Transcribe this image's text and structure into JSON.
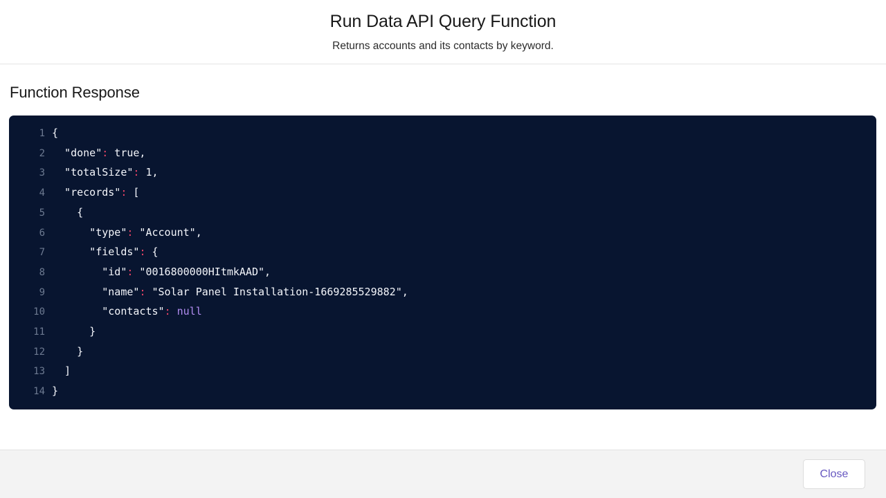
{
  "header": {
    "title": "Run Data API Query Function",
    "subtitle": "Returns accounts and its contacts by keyword."
  },
  "body": {
    "section_title": "Function Response"
  },
  "footer": {
    "close_label": "Close"
  },
  "colors": {
    "code_background": "#081530",
    "code_text": "#f4f6fb",
    "line_number": "#6d7a91",
    "punctuation": "#f14668",
    "null_literal": "#b08bf0",
    "accent": "#6657c0",
    "footer_background": "#f3f3f3"
  },
  "code": {
    "language": "json",
    "line_count": 14,
    "lines": [
      {
        "n": "1",
        "tokens": [
          {
            "t": "{",
            "c": "plain"
          }
        ]
      },
      {
        "n": "2",
        "tokens": [
          {
            "t": "  \"done\"",
            "c": "plain"
          },
          {
            "t": ":",
            "c": "punc"
          },
          {
            "t": " true,",
            "c": "plain"
          }
        ]
      },
      {
        "n": "3",
        "tokens": [
          {
            "t": "  \"totalSize\"",
            "c": "plain"
          },
          {
            "t": ":",
            "c": "punc"
          },
          {
            "t": " 1,",
            "c": "plain"
          }
        ]
      },
      {
        "n": "4",
        "tokens": [
          {
            "t": "  \"records\"",
            "c": "plain"
          },
          {
            "t": ":",
            "c": "punc"
          },
          {
            "t": " [",
            "c": "plain"
          }
        ]
      },
      {
        "n": "5",
        "tokens": [
          {
            "t": "    {",
            "c": "plain"
          }
        ]
      },
      {
        "n": "6",
        "tokens": [
          {
            "t": "      \"type\"",
            "c": "plain"
          },
          {
            "t": ":",
            "c": "punc"
          },
          {
            "t": " \"Account\",",
            "c": "plain"
          }
        ]
      },
      {
        "n": "7",
        "tokens": [
          {
            "t": "      \"fields\"",
            "c": "plain"
          },
          {
            "t": ":",
            "c": "punc"
          },
          {
            "t": " {",
            "c": "plain"
          }
        ]
      },
      {
        "n": "8",
        "tokens": [
          {
            "t": "        \"id\"",
            "c": "plain"
          },
          {
            "t": ":",
            "c": "punc"
          },
          {
            "t": " \"0016800000HItmkAAD\",",
            "c": "plain"
          }
        ]
      },
      {
        "n": "9",
        "tokens": [
          {
            "t": "        \"name\"",
            "c": "plain"
          },
          {
            "t": ":",
            "c": "punc"
          },
          {
            "t": " \"Solar Panel Installation-1669285529882\",",
            "c": "plain"
          }
        ]
      },
      {
        "n": "10",
        "tokens": [
          {
            "t": "        \"contacts\"",
            "c": "plain"
          },
          {
            "t": ":",
            "c": "punc"
          },
          {
            "t": " ",
            "c": "plain"
          },
          {
            "t": "null",
            "c": "null"
          }
        ]
      },
      {
        "n": "11",
        "tokens": [
          {
            "t": "      }",
            "c": "plain"
          }
        ]
      },
      {
        "n": "12",
        "tokens": [
          {
            "t": "    }",
            "c": "plain"
          }
        ]
      },
      {
        "n": "13",
        "tokens": [
          {
            "t": "  ]",
            "c": "plain"
          }
        ]
      },
      {
        "n": "14",
        "tokens": [
          {
            "t": "}",
            "c": "plain"
          }
        ]
      }
    ],
    "values": {
      "done": "true",
      "totalSize": "1",
      "records": [
        {
          "type": "Account",
          "fields": {
            "id": "0016800000HItmkAAD",
            "name": "Solar Panel Installation-1669285529882",
            "contacts": "null"
          }
        }
      ]
    }
  }
}
